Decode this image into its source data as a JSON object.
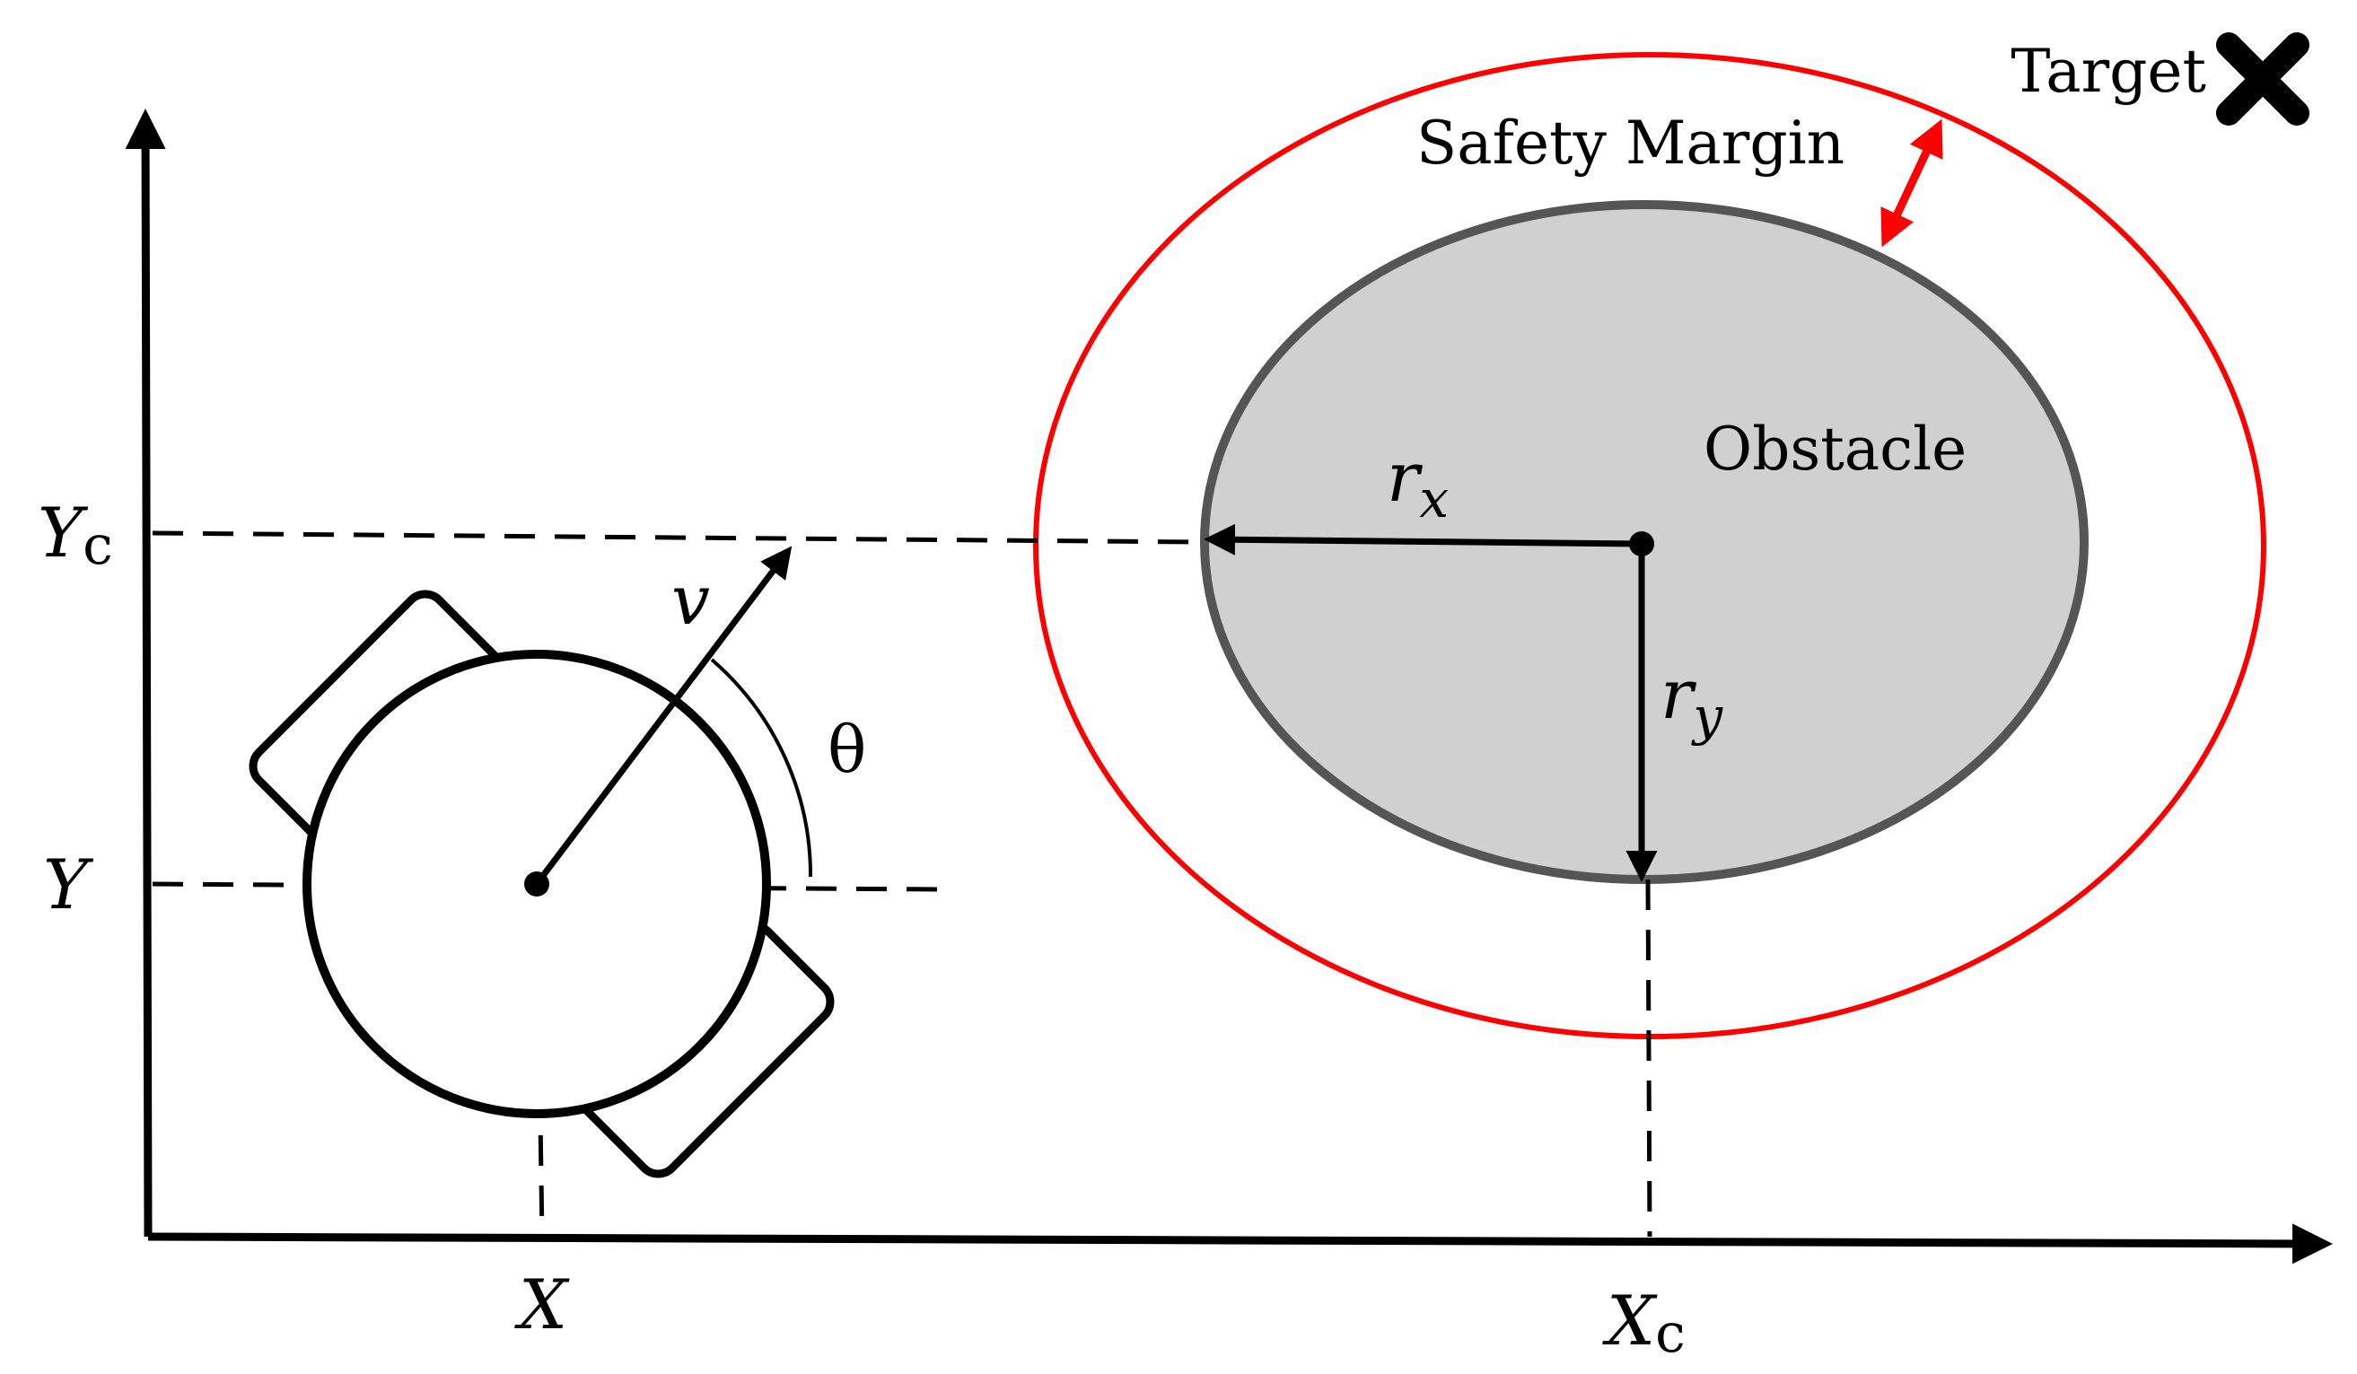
{
  "labels": {
    "target": "Target",
    "safety_margin": "Safety Margin",
    "obstacle": "Obstacle",
    "velocity": "v",
    "heading_angle": "θ",
    "obstacle_center_x": "X",
    "obstacle_center_x_sub": "c",
    "obstacle_center_y": "Y",
    "obstacle_center_y_sub": "c",
    "robot_x": "X",
    "robot_y": "Y",
    "radius_x": "r",
    "radius_x_sub": "x",
    "radius_y": "r",
    "radius_y_sub": "y"
  },
  "colors": {
    "axis": "#000000",
    "safety_margin": "#ff0000",
    "margin_arrow": "#ff0000",
    "obstacle_fill": "#d0d0d0",
    "obstacle_stroke": "#555555",
    "robot": "#000000"
  },
  "icons": {
    "target": "x-mark-icon"
  }
}
